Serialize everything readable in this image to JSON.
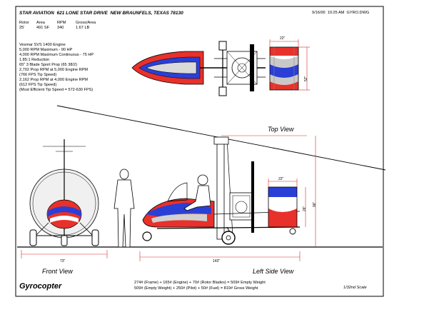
{
  "header": {
    "company": "STAR AVIATION  621 LONE STAR DRIVE  NEW BRAUNFELS, TEXAS 78130",
    "date": "9/16/00  10:25 AM  GYRO.DWG"
  },
  "specs_table": {
    "headers": [
      "Rotor",
      "Area",
      "RPM",
      "Gross/Area"
    ],
    "values": [
      "25'",
      "491 SF",
      "340",
      "1.67 LB"
    ]
  },
  "engine_notes": [
    "Vesmar SVS 1400 Engine",
    "5,000 RPM Maximum - 90 HP",
    "4,000 RPM Maximum Continuous - 75 HP",
    "1.85:1 Reduction",
    "65\" 3 Blade Sport Prop (65 38/2)",
    "2,702 Prop RPM at 5,000 Engine RPM",
    "(766 FPS Tip Speed)",
    "2,162 Prop RPM at 4,000 Engine RPM",
    "(612 FPS Tip Speed)",
    "(Most Efficient Tip Speed = 572-630 FPS)"
  ],
  "views": {
    "top": "Top View",
    "front": "Front View",
    "side": "Left Side View"
  },
  "dimensions": {
    "top_width": "22\"",
    "top_height": "52\"",
    "side_top": "22\"",
    "side_height": "26\"",
    "overall_height": "96\"",
    "front_width": "73\"",
    "side_length": "143\""
  },
  "title": "Gyrocopter",
  "weights": [
    "274# (Frame) + 165# (Engine) + 70# (Rotor Blades) = 509# Empty Weight",
    "509# (Empty Weight) + 250# (Pilot) + 50# (Fuel) = 819# Gross Weight"
  ],
  "scale": "1/32nd Scale",
  "colors": {
    "red": "#e8312a",
    "blue": "#2a3fd6",
    "dim_red": "#d62a2a",
    "gray": "#c9c9c9"
  }
}
